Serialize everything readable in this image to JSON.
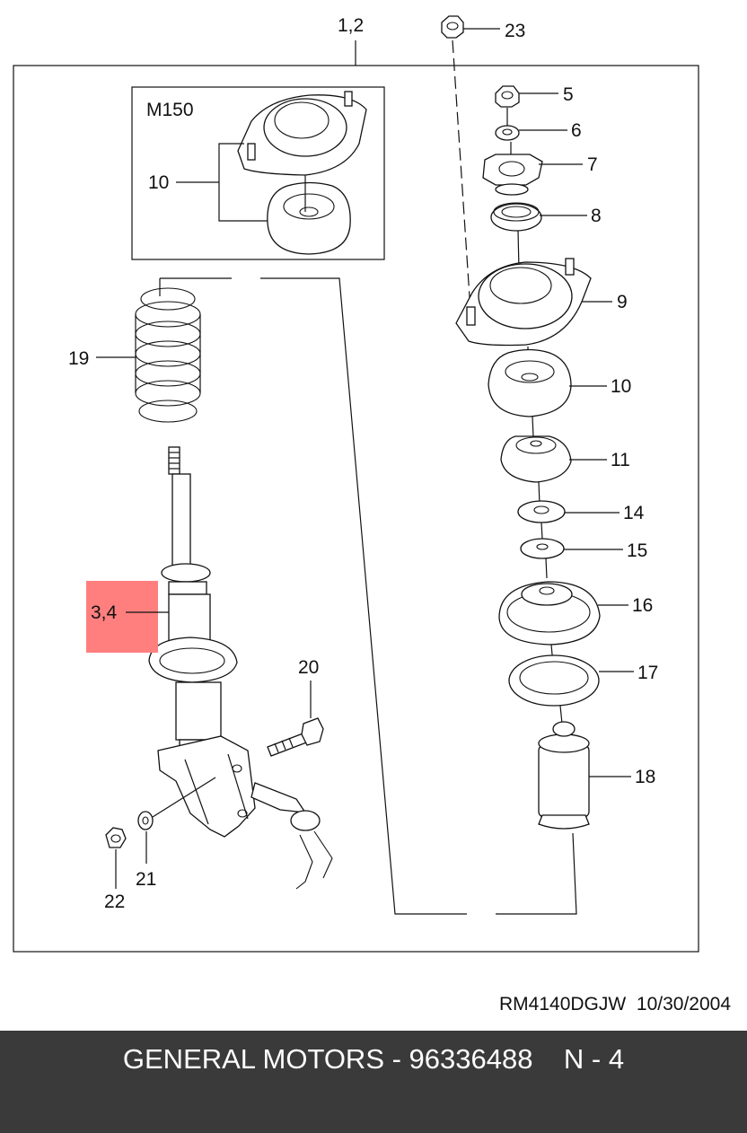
{
  "diagram": {
    "assembly_label": "1,2",
    "variant_box_label": "M150",
    "highlighted_callout": "3,4",
    "highlight_color": "#ff7f7f",
    "callouts": {
      "p5": "5",
      "p6": "6",
      "p7": "7",
      "p8": "8",
      "p9": "9",
      "p10_box": "10",
      "p10": "10",
      "p11": "11",
      "p14": "14",
      "p15": "15",
      "p16": "16",
      "p17": "17",
      "p18": "18",
      "p19": "19",
      "p20": "20",
      "p21": "21",
      "p22": "22",
      "p23": "23"
    }
  },
  "footer": {
    "drawing_code": "RM4140DGJW",
    "date": "10/30/2004"
  },
  "bottom_bar": {
    "text": "GENERAL MOTORS - 96336488    N - 4",
    "background": "#3a3a3a"
  }
}
